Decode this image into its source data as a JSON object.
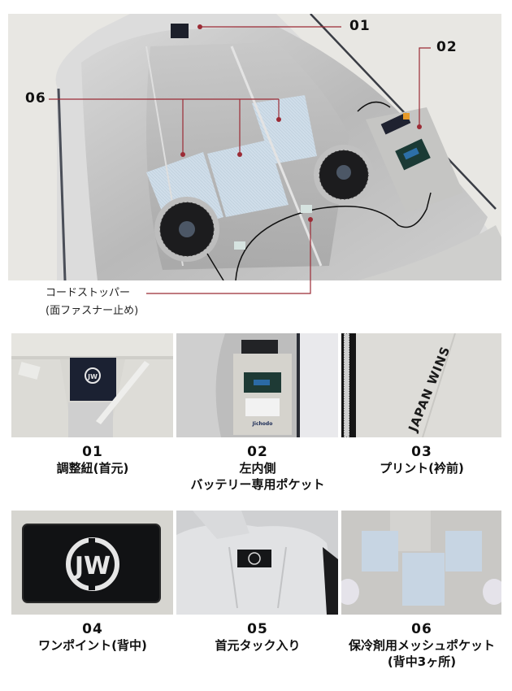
{
  "main": {
    "callouts": [
      {
        "id": "01",
        "label": "01"
      },
      {
        "id": "02",
        "label": "02"
      },
      {
        "id": "06",
        "label": "06"
      }
    ],
    "cord_stopper_note": {
      "line1": "コードストッパー",
      "line2": "(面ファスナー止め)"
    },
    "accent_color": "#9b2b35"
  },
  "features": [
    {
      "num": "01",
      "lines": [
        "調整紐(首元)"
      ]
    },
    {
      "num": "02",
      "lines": [
        "左内側",
        "バッテリー専用ポケット"
      ]
    },
    {
      "num": "03",
      "lines": [
        "プリント(衿前)"
      ]
    },
    {
      "num": "04",
      "lines": [
        "ワンポイント(背中)"
      ]
    },
    {
      "num": "05",
      "lines": [
        "首元タック入り"
      ]
    },
    {
      "num": "06",
      "lines": [
        "保冷剤用メッシュポケット",
        "(背中3ヶ所)"
      ]
    }
  ],
  "brand": {
    "name": "JAPAN WINS",
    "monogram": "JW"
  }
}
